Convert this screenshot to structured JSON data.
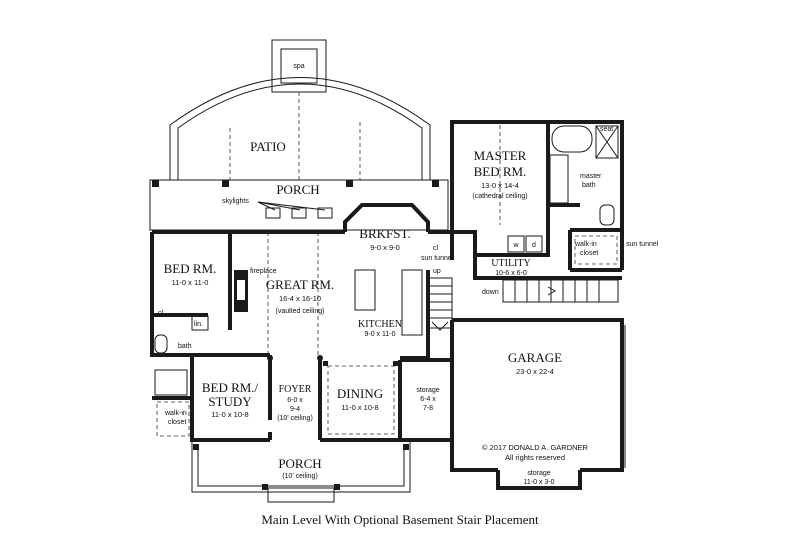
{
  "rooms": {
    "spa": "spa",
    "patio": "PATIO",
    "porch_rear": "PORCH",
    "skylights": "skylights",
    "master_bed": {
      "name_line1": "MASTER",
      "name_line2": "BED RM.",
      "dims": "13-0 x 14-4",
      "note": "(cathedral ceiling)"
    },
    "seat": "seat",
    "master_bath": {
      "line1": "master",
      "line2": "bath"
    },
    "walkin_master": {
      "line1": "walk-in",
      "line2": "closet"
    },
    "sun_tunnel_right": "sun tunnel",
    "brkfst": {
      "name": "BRKFST.",
      "dims": "9-0 x 9-0"
    },
    "cl_brk": "cl",
    "sun_tunnel_mid": "sun tunnel",
    "utility": {
      "name": "UTILITY",
      "dims": "10-6 x 6-0"
    },
    "washer": "w",
    "dryer": "d",
    "up": "up",
    "down": "down",
    "bed_rm": {
      "name": "BED RM.",
      "dims": "11-0 x 11-0"
    },
    "fireplace": "fireplace",
    "great_rm": {
      "name": "GREAT RM.",
      "dims": "16-4 x 16-10",
      "note": "(vaulted ceiling)"
    },
    "kitchen": {
      "name": "KITCHEN",
      "dims": "9-0 x 11-0"
    },
    "cl_bed": "cl",
    "lin": "lin.",
    "bath": "bath",
    "garage": {
      "name": "GARAGE",
      "dims": "23-0 x 22-4"
    },
    "bed_study": {
      "line1": "BED RM./",
      "line2": "STUDY",
      "dims": "11-0 x 10-8"
    },
    "foyer": {
      "name": "FOYER",
      "dims1": "6-0 x",
      "dims2": "9-4",
      "note": "(10' ceiling)"
    },
    "dining": {
      "name": "DINING",
      "dims": "11-0 x 10-8"
    },
    "storage_mid": {
      "name": "storage",
      "dims1": "6-4 x",
      "dims2": "7-8"
    },
    "walkin_study": {
      "line1": "walk-in",
      "line2": "closet"
    },
    "porch_front": {
      "name": "PORCH",
      "note": "(10' ceiling)"
    },
    "copyright": {
      "line1": "© 2017 DONALD A. GARDNER",
      "line2": "All rights reserved"
    },
    "storage_garage": {
      "name": "storage",
      "dims": "11-0 x 3-0"
    }
  },
  "caption": "Main Level With Optional Basement Stair Placement"
}
